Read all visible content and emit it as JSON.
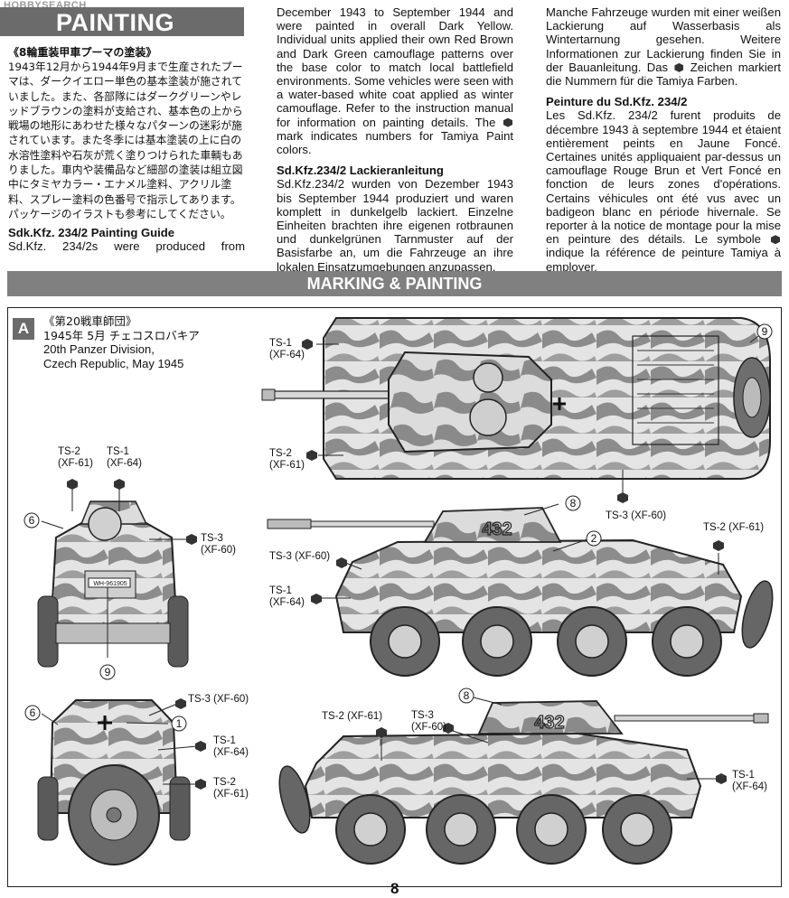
{
  "watermark": "HOBBYSEARCH",
  "heading": "PAINTING",
  "column1": {
    "jp_title": "《8輪重装甲車プーマの塗装》",
    "jp_body": "1943年12月から1944年9月まで生産されたプーマは、ダークイエロー単色の基本塗装が施されていました。また、各部隊にはダークグリーンやレッドブラウンの塗料が支給され、基本色の上から戦場の地形にあわせた様々なパターンの迷彩が施されています。また冬季には基本塗装の上に白の水溶性塗料や石灰が荒く塗りつけられた車輌もありました。車内や装備品など細部の塗装は組立図中にタミヤカラー・エナメル塗料、アクリル塗料、スプレー塗料の色番号で指示してあります。パッケージのイラストも参考にしてください。",
    "en_title": "Sdk.Kfz. 234/2 Painting Guide",
    "en_body_start": "Sd.Kfz. 234/2s were produced from"
  },
  "column2": {
    "en_body": "December 1943 to September 1944 and were painted in overall Dark Yellow. Individual units applied their own Red Brown and Dark Green camouflage patterns over the base color to match local battlefield environments. Some vehicles were seen with a water-based white coat applied as winter camouflage. Refer to the instruction manual for information on painting details. The",
    "en_body_end": "mark indicates numbers for Tamiya Paint colors.",
    "de_title": "Sd.Kfz.234/2 Lackieranleitung",
    "de_body": "Sd.Kfz.234/2 wurden von Dezember 1943 bis September 1944 produziert und waren komplett in dunkelgelb lackiert. Einzelne Einheiten brachten ihre eigenen rotbraunen und dunkelgrünen Tarnmuster auf der Basisfarbe an, um die Fahrzeuge an ihre lokalen Einsatzumgebungen anzupassen."
  },
  "column3": {
    "de_body": "Manche Fahrzeuge wurden mit einer weißen Lackierung auf Wasserbasis als Wintertarnung gesehen. Weitere Informationen zur Lackierung finden Sie in der Bauanleitung. Das",
    "de_body_end": "Zeichen markiert die Nummern für die Tamiya Farben.",
    "fr_title": "Peinture du Sd.Kfz. 234/2",
    "fr_body": "Les Sd.Kfz. 234/2 furent produits de décembre 1943 à septembre 1944 et étaient entièrement peints en Jaune Foncé. Certaines unités appliquaient par-dessus un camouflage Rouge Brun et Vert Foncé en fonction de leurs zones d'opérations. Certains véhicules ont été vus avec un badigeon blanc en période hivernale. Se reporter à la notice de montage pour la mise en peinture des détails. Le symbole",
    "fr_body_end": "indique la référence de peinture Tamiya à employer."
  },
  "section_title": "MARKING & PAINTING",
  "scheme": {
    "letter": "A",
    "unit_jp": "《第20戦車師団》",
    "date_jp": "1945年 5月 チェコスロバキア",
    "unit_en": "20th Panzer Division,",
    "place_en": "Czech Republic, May 1945"
  },
  "callouts": {
    "top_ts1": "TS-1",
    "top_ts1_code": "(XF-64)",
    "top_ts2": "TS-2",
    "top_ts2_code": "(XF-61)",
    "top_ts3": "TS-3 (XF-60)",
    "top_num9": "9",
    "front_ts2": "TS-2",
    "front_ts2_code": "(XF-61)",
    "front_ts1": "TS-1",
    "front_ts1_code": "(XF-64)",
    "front_ts3": "TS-3",
    "front_ts3_code": "(XF-60)",
    "front_num6": "6",
    "front_num9": "9",
    "left_num8": "8",
    "left_num2": "2",
    "left_ts2": "TS-2 (XF-61)",
    "left_ts3": "TS-3 (XF-60)",
    "left_ts1": "TS-1",
    "left_ts1_code": "(XF-64)",
    "left_turret_number": "432",
    "rear_ts3": "TS-3 (XF-60)",
    "rear_num6": "6",
    "rear_num1": "1",
    "rear_ts1": "TS-1",
    "rear_ts1_code": "(XF-64)",
    "rear_ts2": "TS-2",
    "rear_ts2_code": "(XF-61)",
    "right_ts2": "TS-2 (XF-61)",
    "right_ts3": "TS-3",
    "right_ts3_code": "(XF-60)",
    "right_num8": "8",
    "right_ts1": "TS-1",
    "right_ts1_code": "(XF-64)",
    "right_turret_number": "432",
    "front_plate": "WH-961905"
  },
  "page_number": "8",
  "colors": {
    "bar": "#808080",
    "heading_bar": "#6b6b6b",
    "camo_light": "#e4e4e4",
    "camo_dark": "#8c8c8c"
  }
}
